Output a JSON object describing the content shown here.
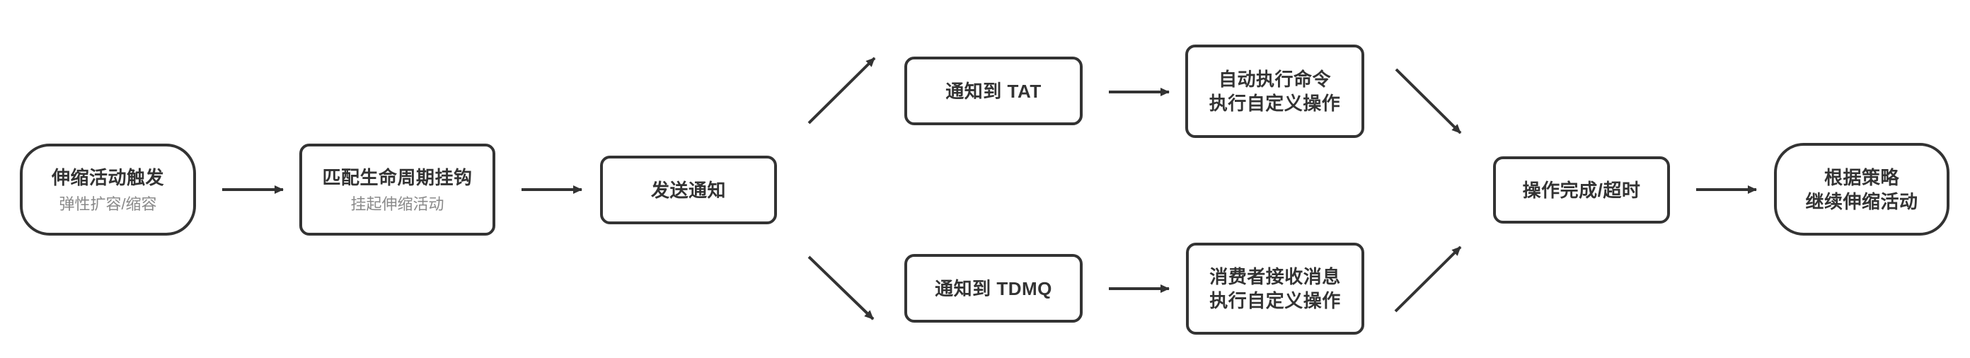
{
  "diagram": {
    "description_language": "zh-CN",
    "nodes": {
      "trigger": {
        "title": "伸缩活动触发",
        "subtitle": "弹性扩容/缩容"
      },
      "hook": {
        "title": "匹配生命周期挂钩",
        "subtitle": "挂起伸缩活动"
      },
      "notify": {
        "title": "发送通知"
      },
      "tat": {
        "title": "通知到 TAT"
      },
      "tat_exec": {
        "line1": "自动执行命令",
        "line2": "执行自定义操作"
      },
      "tdmq": {
        "title": "通知到 TDMQ"
      },
      "tdmq_exec": {
        "line1": "消费者接收消息",
        "line2": "执行自定义操作"
      },
      "done": {
        "title": "操作完成/超时"
      },
      "continue": {
        "line1": "根据策略",
        "line2": "继续伸缩活动"
      }
    },
    "edges": [
      {
        "from": "trigger",
        "to": "hook"
      },
      {
        "from": "hook",
        "to": "notify"
      },
      {
        "from": "notify",
        "to": "tat"
      },
      {
        "from": "tat",
        "to": "tat_exec"
      },
      {
        "from": "tat_exec",
        "to": "done"
      },
      {
        "from": "notify",
        "to": "tdmq"
      },
      {
        "from": "tdmq",
        "to": "tdmq_exec"
      },
      {
        "from": "tdmq_exec",
        "to": "done"
      },
      {
        "from": "done",
        "to": "continue"
      }
    ]
  },
  "colors": {
    "stroke": "#333333",
    "title": "#333333",
    "subtitle": "#8a8a8a",
    "bg": "#ffffff"
  }
}
